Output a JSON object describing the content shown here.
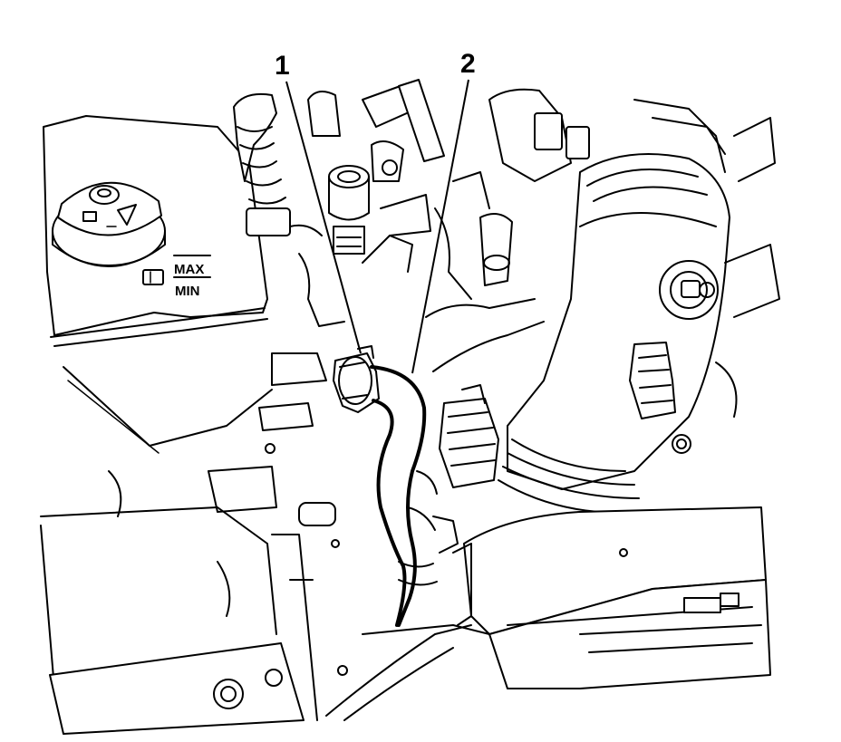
{
  "callouts": [
    {
      "id": "callout-1",
      "label": "1"
    },
    {
      "id": "callout-2",
      "label": "2"
    }
  ],
  "reservoir": {
    "max_label": "MAX",
    "min_label": "MIN"
  },
  "colors": {
    "line": "#000000",
    "background": "#ffffff"
  }
}
